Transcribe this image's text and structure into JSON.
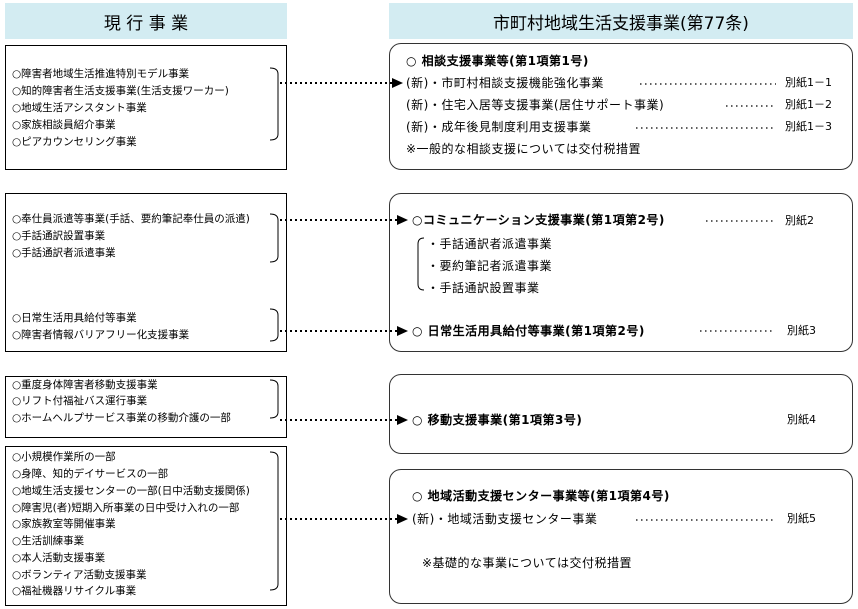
{
  "headers": {
    "current": "現 行 事 業",
    "new": "市町村地域生活支援事業(第77条)"
  },
  "current_groups": [
    [
      "○障害者地域生活推進特別モデル事業",
      "○知的障害者生活支援事業(生活支援ワーカー)",
      "○地域生活アシスタント事業",
      "○家族相談員紹介事業",
      "○ピアカウンセリング事業"
    ],
    [
      "○奉仕員派遣等事業(手話、要約筆記奉仕員の派遣)",
      "○手話通訳設置事業",
      "○手話通訳者派遣事業"
    ],
    [
      "○日常生活用具給付等事業",
      "○障害者情報バリアフリー化支援事業"
    ],
    [
      "○重度身体障害者移動支援事業",
      "○リフト付福祉バス運行事業",
      "○ホームヘルプサービス事業の移動介護の一部"
    ],
    [
      "○小規模作業所の一部",
      "○身障、知的デイサービスの一部",
      "○地域生活支援センターの一部(日中活動支援関係)",
      "○障害児(者)短期入所事業の日中受け入れの一部",
      "○家族教室等開催事業",
      "○生活訓練事業",
      "○本人活動支援事業",
      "○ボランティア活動支援事業",
      "○福祉機器リサイクル事業"
    ]
  ],
  "new_items": {
    "sodan": {
      "title": "○ 相談支援事業等(第1項第1号)",
      "lines": [
        {
          "text": "(新)・市町村相談支援機能強化事業",
          "ref": "別紙1－1"
        },
        {
          "text": "(新)・住宅入居等支援事業(居住サポート事業)",
          "ref": "別紙1－2"
        },
        {
          "text": "(新)・成年後見制度利用支援事業",
          "ref": "別紙1－3"
        }
      ],
      "note": "※一般的な相談支援については交付税措置"
    },
    "comm": {
      "title": "○コミュニケーション支援事業(第1項第2号)",
      "ref": "別紙2",
      "subs": [
        "・手話通訳者派遣事業",
        "・要約筆記者派遣事業",
        "・手話通訳設置事業"
      ]
    },
    "nichijo": {
      "title": "○ 日常生活用具給付等事業(第1項第2号)",
      "ref": "別紙3"
    },
    "ido": {
      "title": "○ 移動支援事業(第1項第3号)",
      "ref": "別紙4"
    },
    "chiiki": {
      "title": "○ 地域活動支援センター事業等(第1項第4号)",
      "line": "(新)・地域活動支援センター事業",
      "ref": "別紙5",
      "note": "※基礎的な事業については交付税措置"
    }
  }
}
